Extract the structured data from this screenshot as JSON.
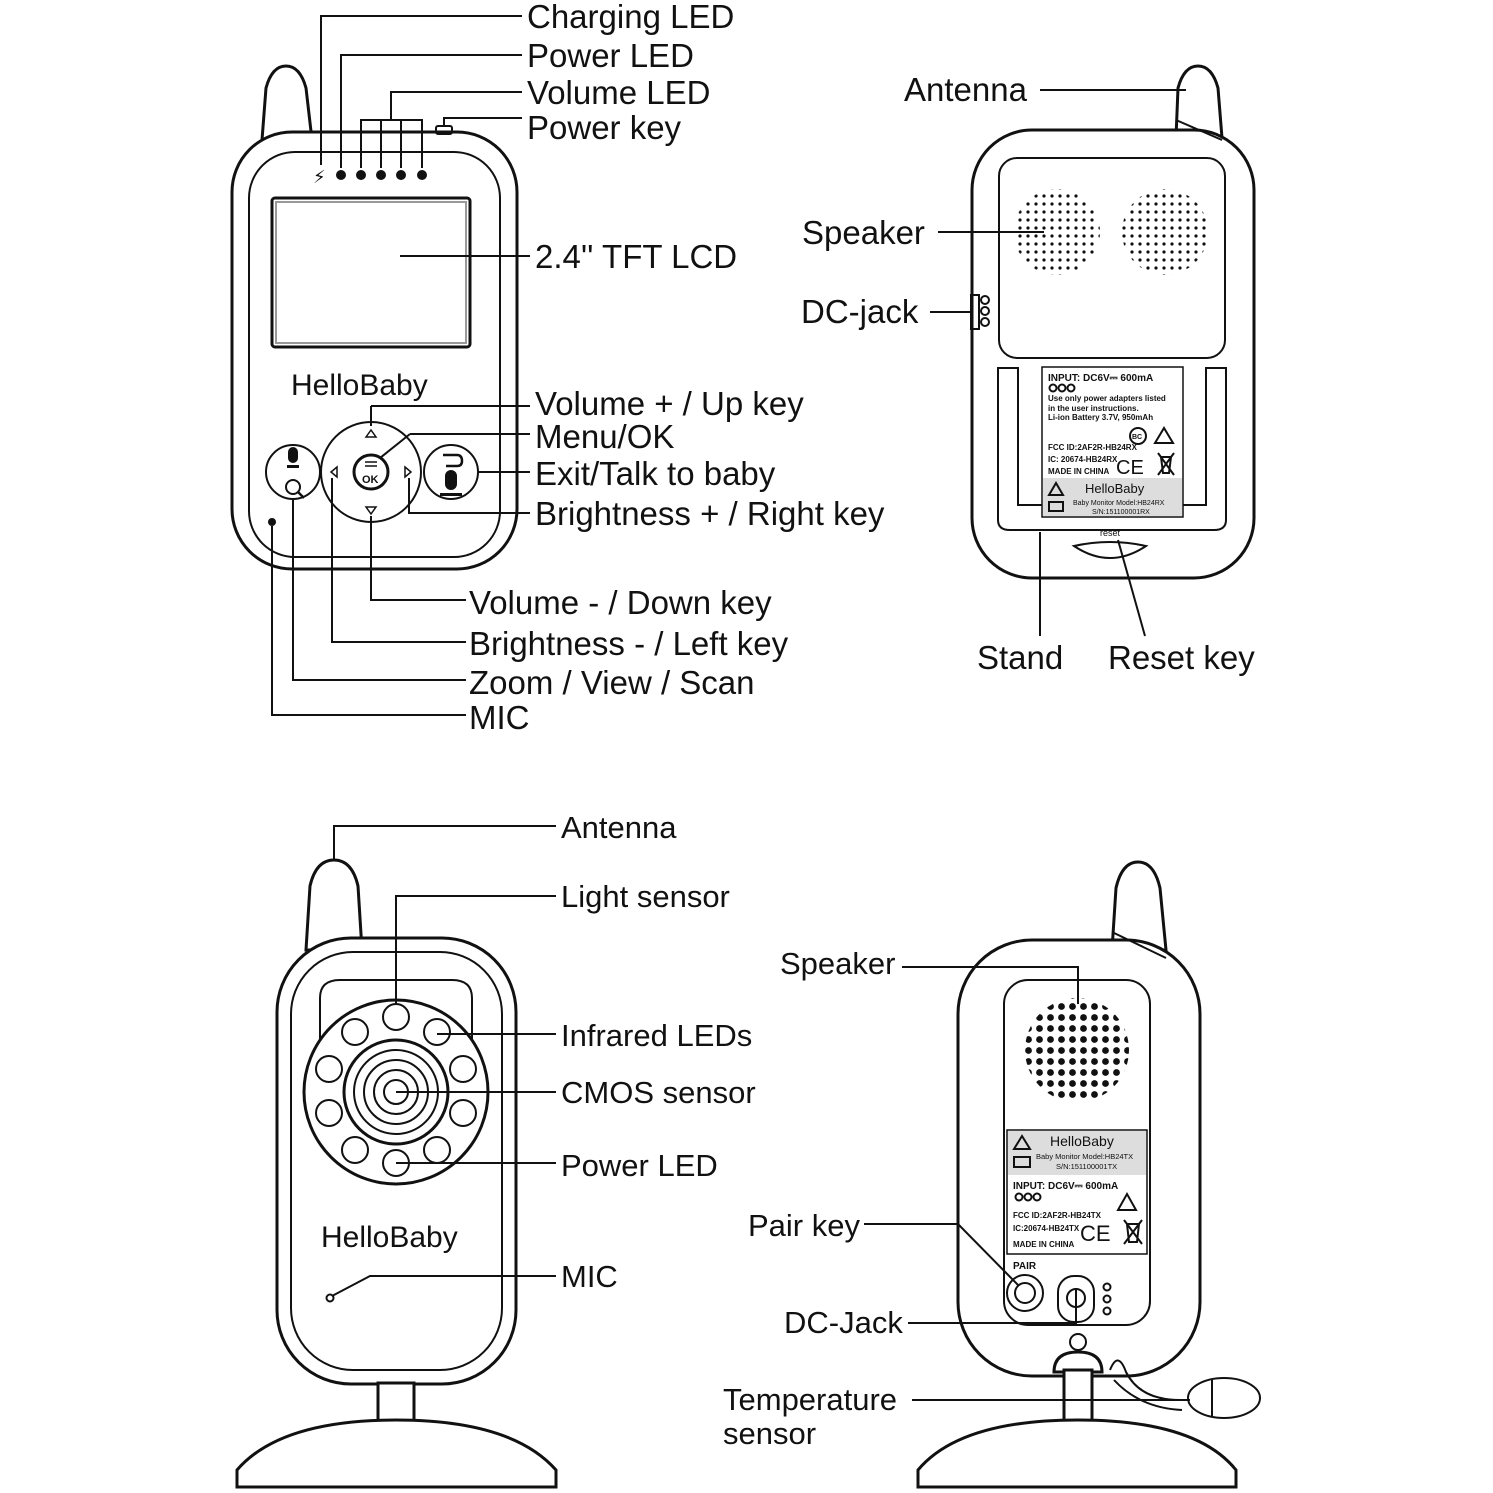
{
  "parent_unit_front": {
    "brand": "HelloBaby",
    "ok_key": "OK",
    "labels": {
      "charging_led": "Charging LED",
      "power_led": "Power LED",
      "volume_led": "Volume LED",
      "power_key": "Power key",
      "lcd": "2.4'' TFT LCD",
      "volume_up": "Volume + / Up key",
      "menu_ok": "Menu/OK",
      "exit_talk": "Exit/Talk to baby",
      "brightness_right": "Brightness + / Right key",
      "volume_down": "Volume - / Down key",
      "brightness_left": "Brightness - / Left key",
      "zoom_view_scan": "Zoom / View / Scan",
      "mic": "MIC"
    }
  },
  "parent_unit_back": {
    "labels": {
      "antenna": "Antenna",
      "speaker": "Speaker",
      "dc_jack": "DC-jack",
      "stand": "Stand",
      "reset_key": "Reset key"
    },
    "reset_text": "reset",
    "rating_label": {
      "input": "INPUT: DC6V⎓ 600mA",
      "adapter_note_1": "Use only power adapters listed",
      "adapter_note_2": "in the user instructions.",
      "battery": "Li-ion Battery 3.7V, 950mAh",
      "fcc": "FCC ID:2AF2R-HB24RX",
      "ic": "IC: 20674-HB24RX",
      "made_in": "MADE IN CHINA",
      "brand": "HelloBaby",
      "model": "Baby Monitor   Model:HB24RX",
      "serial": "S/N:151100001RX",
      "bc_mark": "BC",
      "ce_mark": "CE"
    }
  },
  "camera_front": {
    "brand": "HelloBaby",
    "labels": {
      "antenna": "Antenna",
      "light_sensor": "Light sensor",
      "infrared_leds": "Infrared LEDs",
      "cmos_sensor": "CMOS sensor",
      "power_led": "Power LED",
      "mic": "MIC"
    }
  },
  "camera_back": {
    "labels": {
      "speaker": "Speaker",
      "pair_key": "Pair key",
      "dc_jack": "DC-Jack",
      "temp_sensor_line1": "Temperature",
      "temp_sensor_line2": "sensor"
    },
    "pair_text": "PAIR",
    "rating_label": {
      "brand": "HelloBaby",
      "model": "Baby Monitor   Model:HB24TX",
      "serial": "S/N:151100001TX",
      "input": "INPUT: DC6V⎓ 600mA",
      "fcc": "FCC ID:2AF2R-HB24TX",
      "ic": "IC:20674-HB24TX",
      "made_in": "MADE IN CHINA",
      "ce_mark": "CE"
    }
  }
}
